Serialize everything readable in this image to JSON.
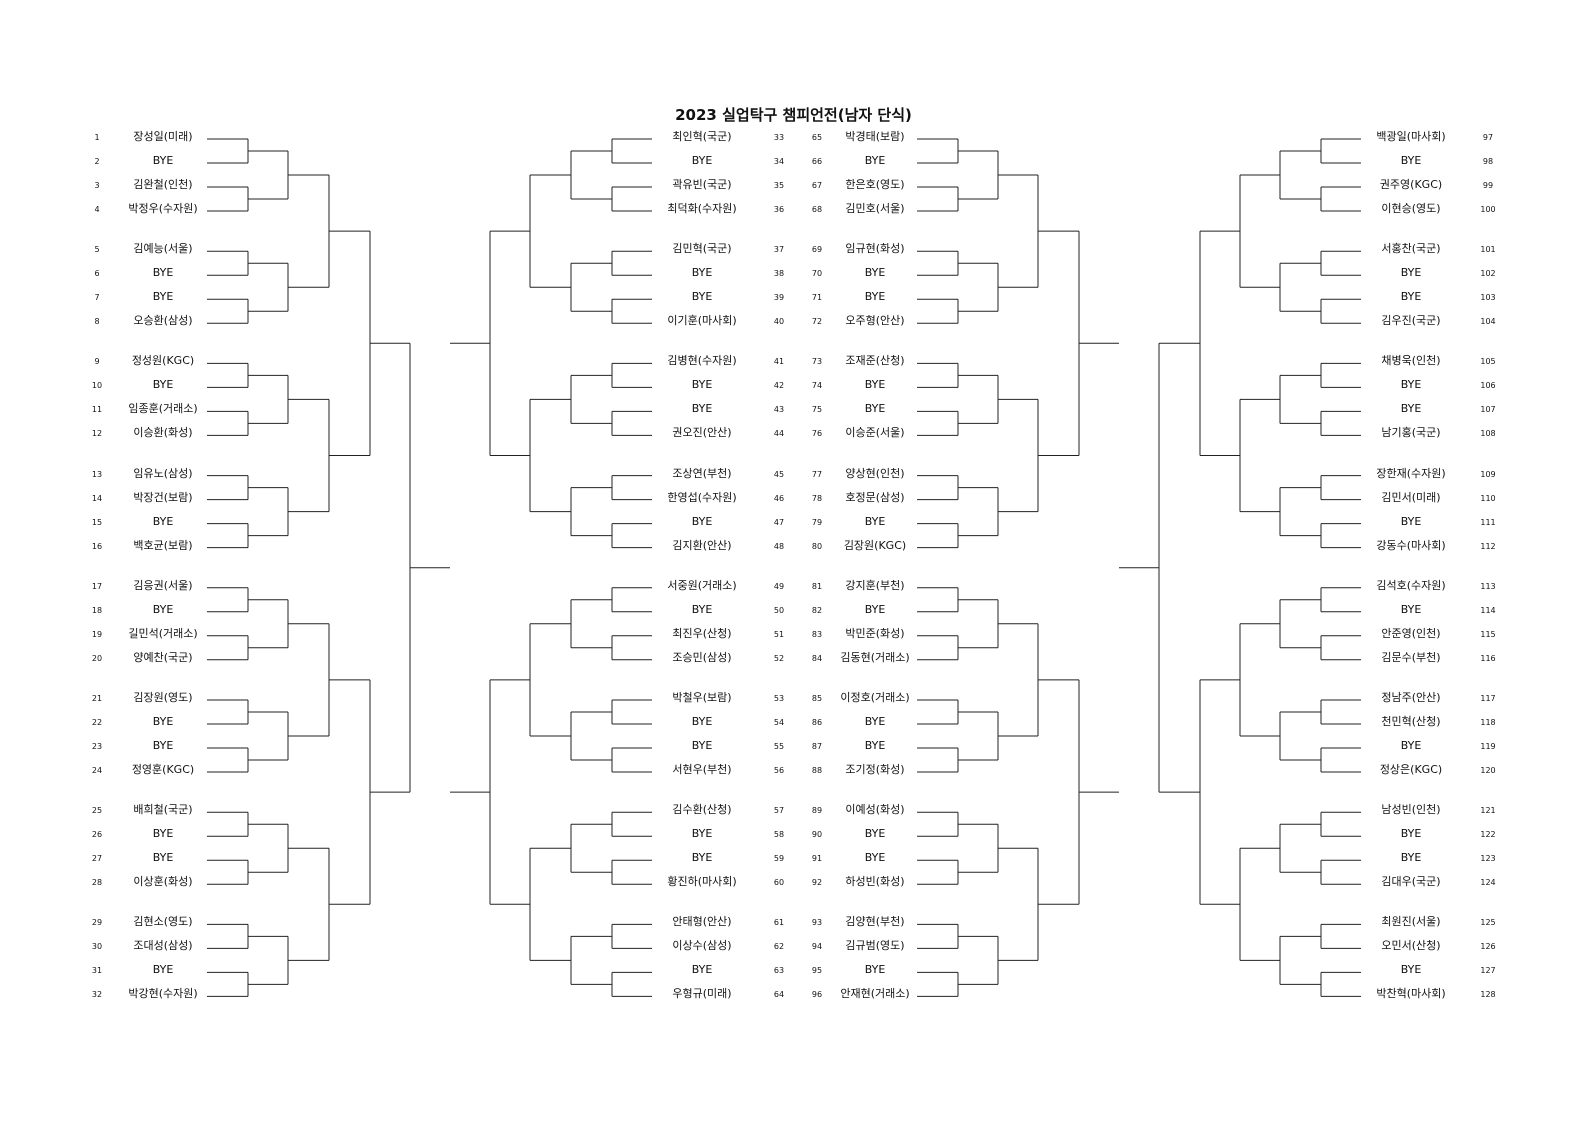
{
  "title": "2023 실업탁구 챔피언전(남자 단식)",
  "colors": {
    "line": "#222222",
    "text": "#111111"
  },
  "quarters": [
    {
      "side": "left",
      "start": 1,
      "players": [
        "장성일(미래)",
        "BYE",
        "김완철(인천)",
        "박정우(수자원)",
        "김예능(서울)",
        "BYE",
        "BYE",
        "오승환(삼성)",
        "정성원(KGC)",
        "BYE",
        "임종훈(거래소)",
        "이승환(화성)",
        "임유노(삼성)",
        "박장건(보람)",
        "BYE",
        "백호균(보람)",
        "김응권(서울)",
        "BYE",
        "길민석(거래소)",
        "양예찬(국군)",
        "김장원(영도)",
        "BYE",
        "BYE",
        "정영훈(KGC)",
        "배희철(국군)",
        "BYE",
        "BYE",
        "이상훈(화성)",
        "김현소(영도)",
        "조대성(삼성)",
        "BYE",
        "박강현(수자원)"
      ]
    },
    {
      "side": "center-left",
      "start": 33,
      "players": [
        "최인혁(국군)",
        "BYE",
        "곽유빈(국군)",
        "최덕화(수자원)",
        "김민혁(국군)",
        "BYE",
        "BYE",
        "이기훈(마사회)",
        "김병현(수자원)",
        "BYE",
        "BYE",
        "권오진(안산)",
        "조상연(부천)",
        "한영섭(수자원)",
        "BYE",
        "김지환(안산)",
        "서중원(거래소)",
        "BYE",
        "최진우(산청)",
        "조승민(삼성)",
        "박철우(보람)",
        "BYE",
        "BYE",
        "서현우(부천)",
        "김수환(산청)",
        "BYE",
        "BYE",
        "황진하(마사회)",
        "안태형(안산)",
        "이상수(삼성)",
        "BYE",
        "우형규(미래)"
      ]
    },
    {
      "side": "center-right",
      "start": 65,
      "players": [
        "박경태(보람)",
        "BYE",
        "한은호(영도)",
        "김민호(서울)",
        "임규현(화성)",
        "BYE",
        "BYE",
        "오주형(안산)",
        "조재준(산청)",
        "BYE",
        "BYE",
        "이승준(서울)",
        "양상현(인천)",
        "호정문(삼성)",
        "BYE",
        "김장원(KGC)",
        "강지훈(부천)",
        "BYE",
        "박민준(화성)",
        "김동현(거래소)",
        "이정호(거래소)",
        "BYE",
        "BYE",
        "조기정(화성)",
        "이예성(화성)",
        "BYE",
        "BYE",
        "하성빈(화성)",
        "김양현(부천)",
        "김규범(영도)",
        "BYE",
        "안재현(거래소)"
      ]
    },
    {
      "side": "right",
      "start": 97,
      "players": [
        "백광일(마사회)",
        "BYE",
        "권주영(KGC)",
        "이현승(영도)",
        "서홍찬(국군)",
        "BYE",
        "BYE",
        "김우진(국군)",
        "채병욱(인천)",
        "BYE",
        "BYE",
        "남기홍(국군)",
        "장한재(수자원)",
        "김민서(미래)",
        "BYE",
        "강동수(마사회)",
        "김석호(수자원)",
        "BYE",
        "안준영(인천)",
        "김문수(부천)",
        "정남주(안산)",
        "천민혁(산청)",
        "BYE",
        "정상은(KGC)",
        "남성빈(인천)",
        "BYE",
        "BYE",
        "김대우(국군)",
        "최원진(서울)",
        "오민서(산청)",
        "BYE",
        "박찬혁(마사회)"
      ]
    }
  ]
}
